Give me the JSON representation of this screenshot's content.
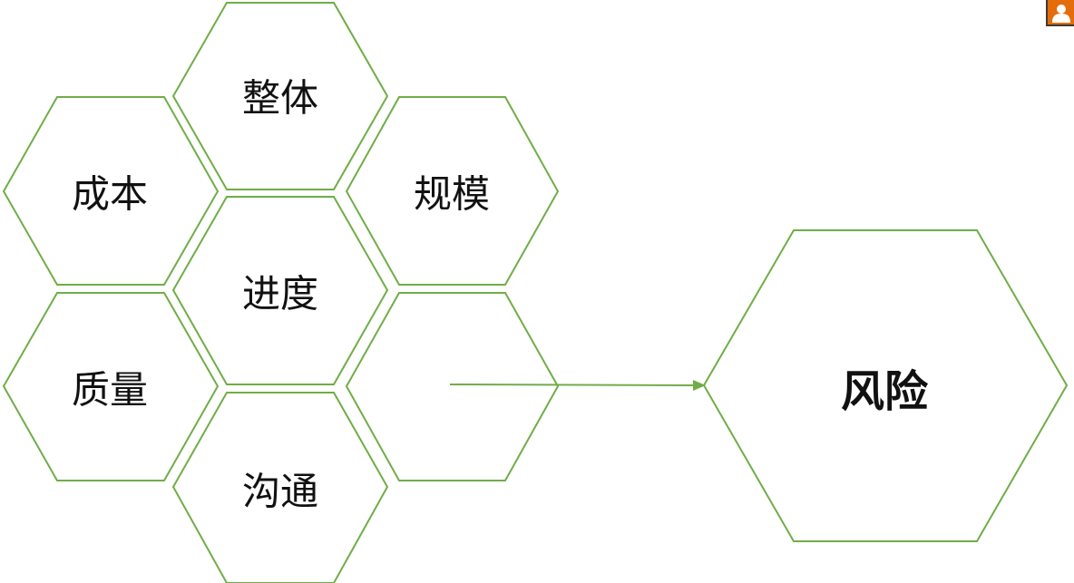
{
  "diagram": {
    "factors": [
      {
        "id": "zhengti",
        "label": "整体"
      },
      {
        "id": "chengben",
        "label": "成本"
      },
      {
        "id": "guimo",
        "label": "规模"
      },
      {
        "id": "jindu",
        "label": "进度"
      },
      {
        "id": "zhiliang",
        "label": "质量"
      },
      {
        "id": "empty",
        "label": ""
      },
      {
        "id": "goutong",
        "label": "沟通"
      }
    ],
    "result": {
      "label": "风险"
    }
  },
  "colors": {
    "outline": "#70ad47",
    "text": "#111111",
    "avatar_bg": "#e46c0a"
  },
  "icons": {
    "corner": "user-avatar-icon"
  }
}
